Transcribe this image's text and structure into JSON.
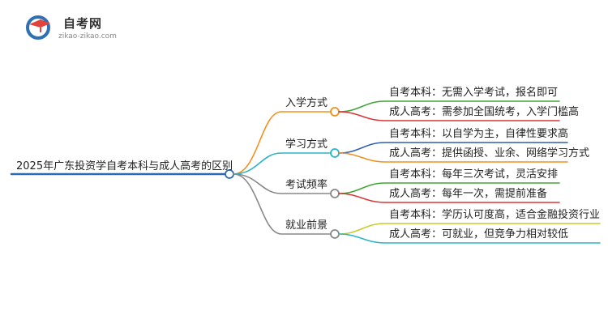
{
  "logo": {
    "title": "自考网",
    "url": "zikao-zikao.com",
    "colors": {
      "blue": "#2f6fb3",
      "red": "#e0443a"
    }
  },
  "root": {
    "label": "2025年广东投资学自考本科与成人高考的区别",
    "color": "#2b6cb0"
  },
  "branches": [
    {
      "label": "入学方式",
      "color": "#f0901e",
      "leaves": [
        {
          "label": "自考本科：无需入学考试，报名即可",
          "color": "#3fa535"
        },
        {
          "label": "成人高考：需参加全国统考，入学门槛高",
          "color": "#d93636"
        }
      ]
    },
    {
      "label": "学习方式",
      "color": "#28b5c9",
      "leaves": [
        {
          "label": "自考本科：以自学为主，自律性要求高",
          "color": "#2f5fb0"
        },
        {
          "label": "成人高考：提供函授、业余、网络学习方式",
          "color": "#f0901e"
        }
      ]
    },
    {
      "label": "考试频率",
      "color": "#888888",
      "leaves": [
        {
          "label": "自考本科：每年三次考试，灵活安排",
          "color": "#3fa535"
        },
        {
          "label": "成人高考：每年一次，需提前准备",
          "color": "#d93636"
        }
      ]
    },
    {
      "label": "就业前景",
      "color": "#888888",
      "leaves": [
        {
          "label": "自考本科：学历认可度高，适合金融投资行业",
          "color": "#c8cc2e"
        },
        {
          "label": "成人高考：可就业，但竞争力相对较低",
          "color": "#28b5c9"
        }
      ]
    }
  ]
}
